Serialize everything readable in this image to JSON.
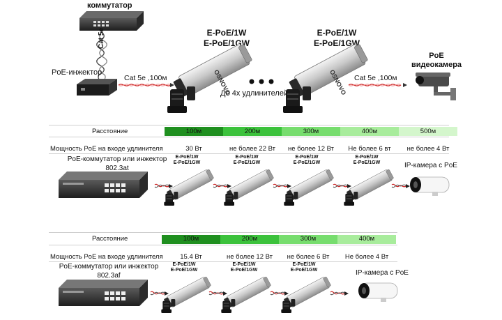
{
  "top": {
    "switch_label": "коммутатор",
    "cable_vertical_label": "Cat 5e",
    "injector_label": "PoE-инжектор",
    "cable1_label": "Cat 5e ,100м",
    "cable2_label": "Cat 5e ,100м",
    "model_line1": "E-PoE/1W",
    "model_line2": "E-PoE/1GW",
    "max_extenders": "До 4х удлинителей",
    "camera_label_line1": "PoE",
    "camera_label_line2": "видеокамера",
    "brand": "OSNOVO"
  },
  "section_at": {
    "distance_label": "Расстояние",
    "power_label": "Мощность PoE на  входе  удлинителя",
    "distances": [
      "100м",
      "200м",
      "300м",
      "400м",
      "500м"
    ],
    "powers": [
      "30 Вт",
      "не более 22 Вт",
      "не более 12 Вт",
      "Не более 6 вт",
      "не более 4 Вт"
    ],
    "source_line1": "PoE-коммутатор или инжектор",
    "source_line2": "802.3at",
    "camera_label": "IP-камера с PoE",
    "model_line1": "E-PoE/1W",
    "model_line2": "E-PoE/1GW"
  },
  "section_af": {
    "distance_label": "Расстояние",
    "power_label": "Мощность PoE на  входе  удлинителя",
    "distances": [
      "100м",
      "200м",
      "300м",
      "400м"
    ],
    "powers": [
      "15.4 Вт",
      "не более 12 Вт",
      "не более 6 Вт",
      "Не более 4 Вт"
    ],
    "source_line1": "PoE-коммутатор или инжектор",
    "source_line2": "802.3af",
    "camera_label": "IP-камера с PoE",
    "model_line1": "E-PoE/1W",
    "model_line2": "E-PoE/1GW"
  },
  "colors": {
    "bar_100": "#1f8f1f",
    "bar_200": "#3cc23c",
    "bar_300": "#77dd6e",
    "bar_400": "#a8ec9c",
    "bar_500": "#d4f6cc",
    "cable_red": "#cc2222"
  }
}
